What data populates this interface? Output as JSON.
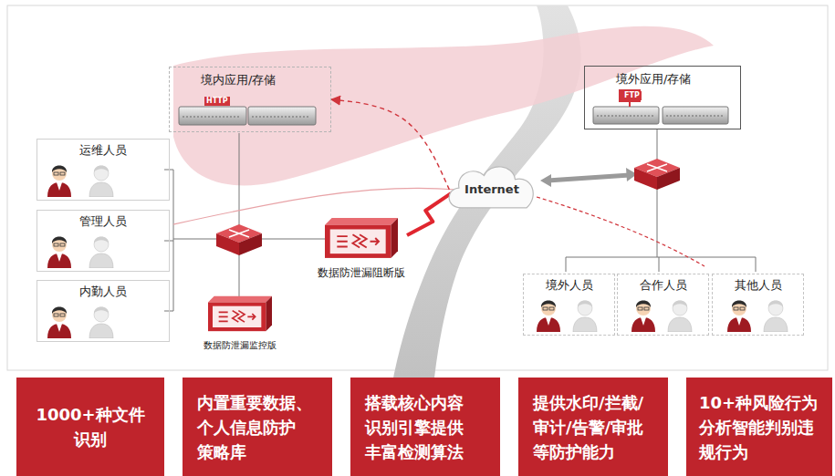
{
  "diagram": {
    "nodes": [
      {
        "text": [
          "境内应用/存储"
        ]
      },
      {
        "text": [
          "境外应用/存储"
        ]
      },
      {
        "text": [
          "运维人员"
        ]
      },
      {
        "text": [
          "管理人员"
        ]
      },
      {
        "text": [
          "内勤人员"
        ]
      },
      {
        "text": [
          "数据防泄漏阻断版"
        ]
      },
      {
        "text": [
          "数据防泄漏监控版"
        ]
      },
      {
        "text": [
          "Internet"
        ]
      },
      {
        "text": [
          "境外人员"
        ]
      },
      {
        "text": [
          "合作人员"
        ]
      },
      {
        "text": [
          "其他人员"
        ]
      },
      {
        "text": [
          "1000+种文件 识别"
        ]
      },
      {
        "text": [
          "内置重要数据、 个人信息防护 策略库"
        ]
      },
      {
        "text": [
          "搭载核心内容 识别引擎提供 丰富检测算法"
        ]
      },
      {
        "text": [
          "提供水印/拦截/ 审计/告警/审批 等防护能力"
        ]
      },
      {
        "text": [
          "10+种风险行为 分析智能判别违 规行为"
        ]
      }
    ],
    "edges": [
      {
        "from": 7,
        "to": 0,
        "arrow": "to"
      },
      {
        "from": 5,
        "to": 7,
        "arrow": "none"
      }
    ],
    "labels": [
      "HTTP",
      "FTP"
    ]
  }
}
